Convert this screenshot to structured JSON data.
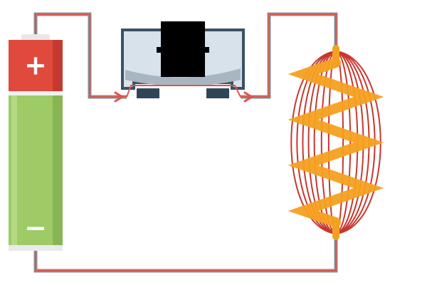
{
  "battery": {
    "positive_symbol": "+",
    "negative_symbol": "−",
    "colors": {
      "positive": "#e04a3d",
      "negative": "#9ecb66",
      "cap": "#f1f1f1"
    }
  },
  "switch": {
    "state": "closed",
    "colors": {
      "body": "#d7e2ea",
      "frame": "#3a5266",
      "knob": "#000000"
    }
  },
  "coil": {
    "turns": 6,
    "colors": {
      "wire": "#c8372e",
      "field": "#f5a020",
      "field_lines": "#c8372e"
    }
  },
  "wire": {
    "colors": {
      "conductor": "#8a8f94",
      "current": "#e0554a"
    },
    "current_arrows": 2
  }
}
